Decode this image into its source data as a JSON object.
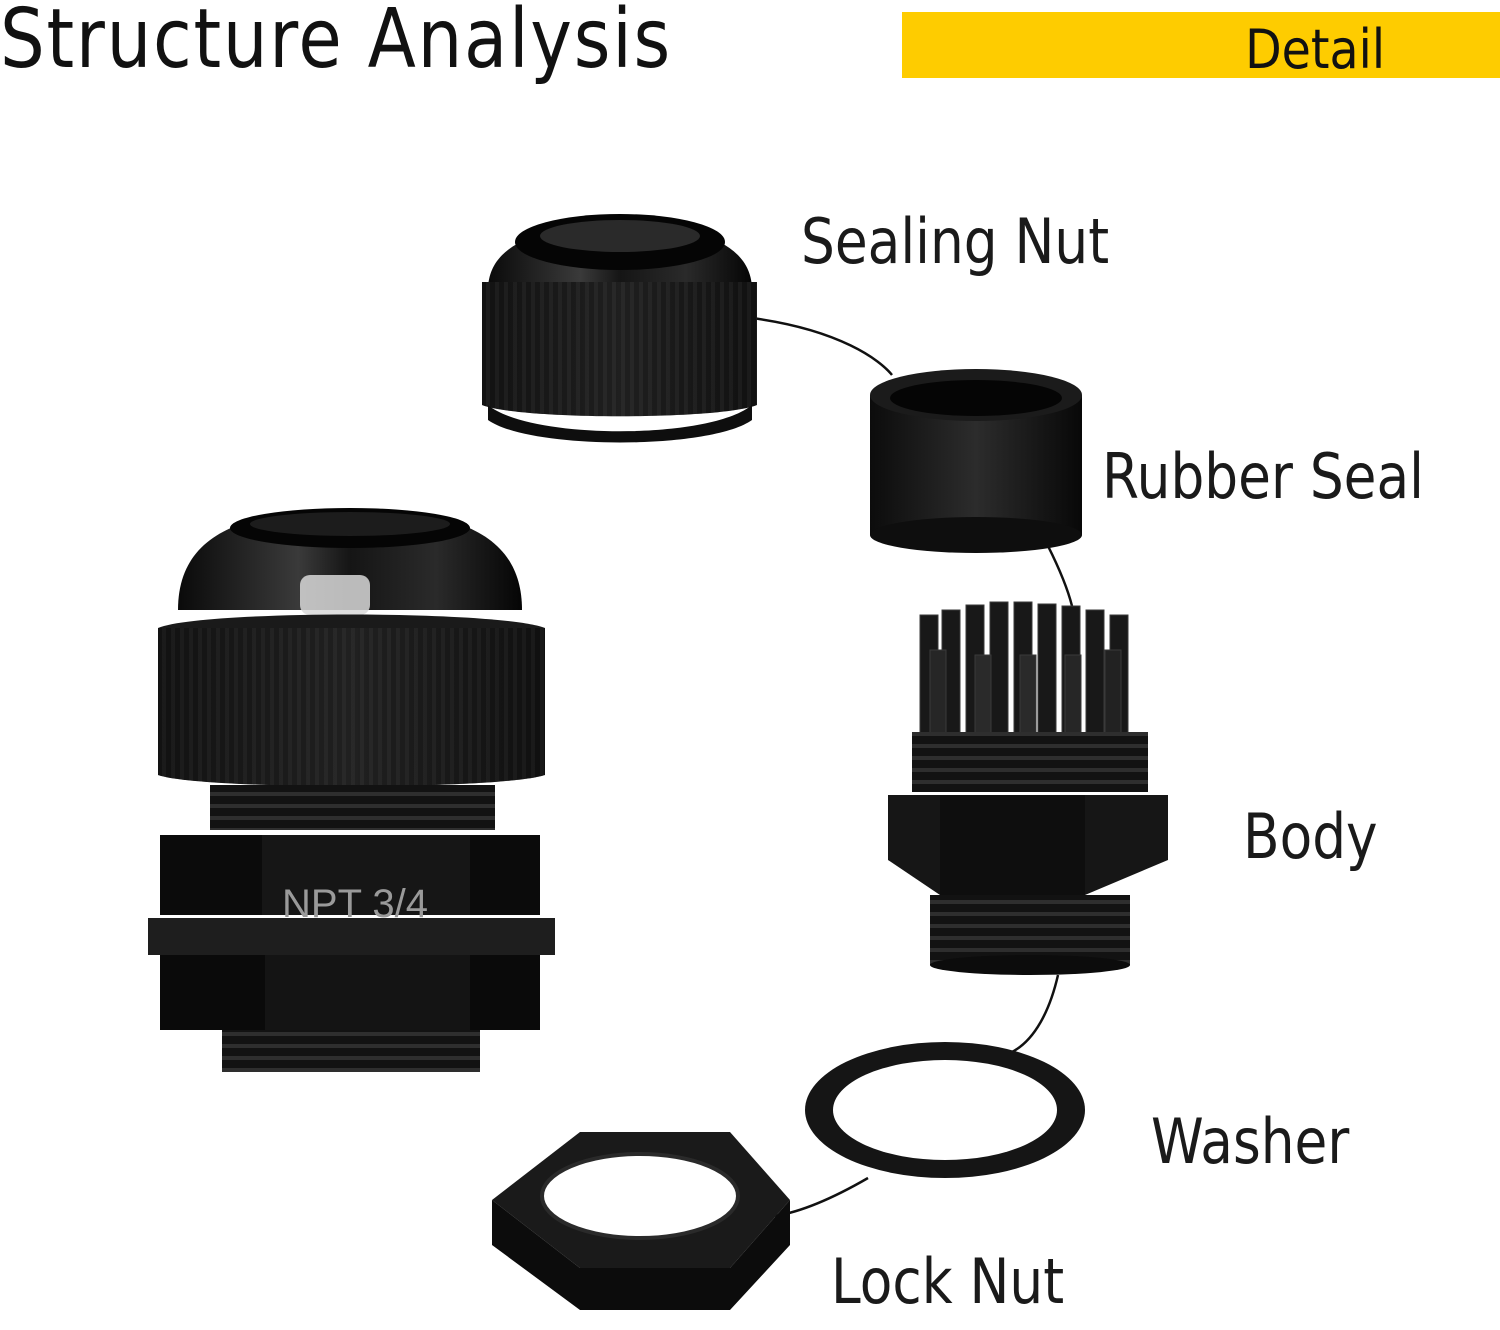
{
  "header": {
    "title": "Structure Analysis",
    "badge": "Detail",
    "badge_color": "#FECC00"
  },
  "assembled_gland": {
    "marking": "NPT 3/4"
  },
  "parts": [
    {
      "label": "Sealing Nut"
    },
    {
      "label": "Rubber Seal"
    },
    {
      "label": "Body"
    },
    {
      "label": "Washer"
    },
    {
      "label": "Lock Nut"
    }
  ]
}
